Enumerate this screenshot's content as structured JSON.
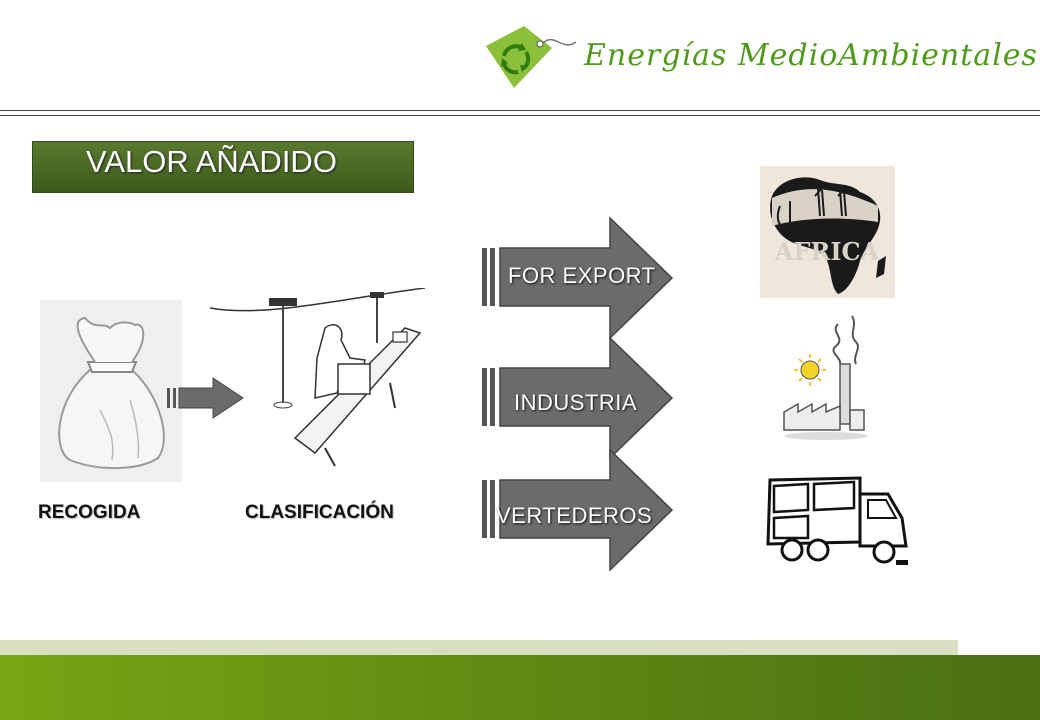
{
  "header": {
    "brand_name": "Energías MedioAmbientales",
    "brand_color": "#4f9a1b"
  },
  "slide": {
    "title": "VALOR AÑADIDO",
    "title_bar_color": "#4a6a24"
  },
  "stages": {
    "recogida_label": "RECOGIDA",
    "clasificacion_label": "CLASIFICACIÓN"
  },
  "destinations": [
    {
      "label": "FOR EXPORT",
      "image": "africa-map"
    },
    {
      "label": "INDUSTRIA",
      "image": "factory-sun"
    },
    {
      "label": "VERTEDEROS",
      "image": "garbage-truck"
    }
  ],
  "africa_text": "AFRICA",
  "icons": [
    "recycle-tag-icon",
    "trash-bag-image",
    "arrow-right-icon",
    "sorting-worker-image"
  ],
  "colors": {
    "arrow_fill": "#6b6b6b",
    "footer_dark": "#5c8a12",
    "footer_light": "#d7e1c2"
  }
}
